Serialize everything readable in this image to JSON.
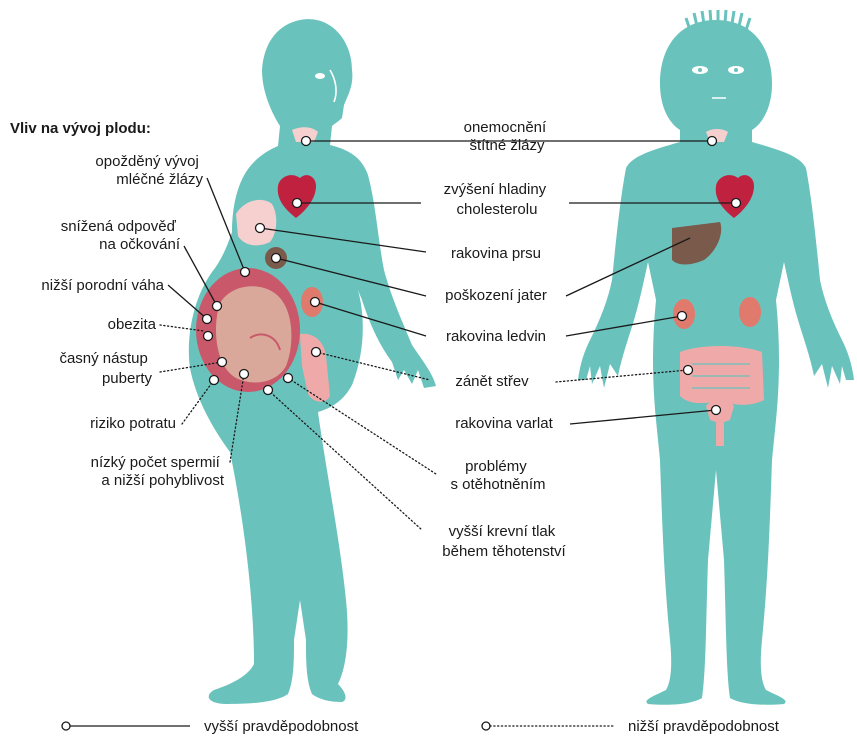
{
  "heading": "Vliv na vývoj plodu:",
  "colors": {
    "body": "#6ac2bd",
    "heart": "#c0213f",
    "liver": "#7a5a4a",
    "kidney": "#e07a6c",
    "breast": "#f6cfcf",
    "uterus": "#c9586a",
    "fetus": "#d9a89a",
    "intestine": "#f0a9a9"
  },
  "labels": {
    "delayed_mammary": [
      "opožděný vývoj",
      "mléčné žlázy"
    ],
    "vaccine_response": [
      "snížená odpověď",
      "na očkování"
    ],
    "low_birth_weight": [
      "nižší porodní váha"
    ],
    "obesity": [
      "obezita"
    ],
    "early_puberty": [
      "časný nástup",
      "puberty"
    ],
    "miscarriage": [
      "riziko potratu"
    ],
    "sperm": [
      "nízký počet spermií",
      "a nižší pohyblivost"
    ],
    "thyroid": [
      "onemocnění",
      "štítné žlázy"
    ],
    "cholesterol": [
      "zvýšení hladiny",
      "cholesterolu"
    ],
    "breast_cancer": [
      "rakovina prsu"
    ],
    "liver_damage": [
      "poškození jater"
    ],
    "kidney_cancer": [
      "rakovina ledvin"
    ],
    "bowel": [
      "zánět střev"
    ],
    "testicular_cancer": [
      "rakovina varlat"
    ],
    "conception": [
      "problémy",
      "s otěhotněním"
    ],
    "pregnancy_bp": [
      "vyšší krevní tlak",
      "během těhotenství"
    ]
  },
  "legend": {
    "higher": "vyšší pravděpodobnost",
    "lower": "nižší pravděpodobnost"
  }
}
